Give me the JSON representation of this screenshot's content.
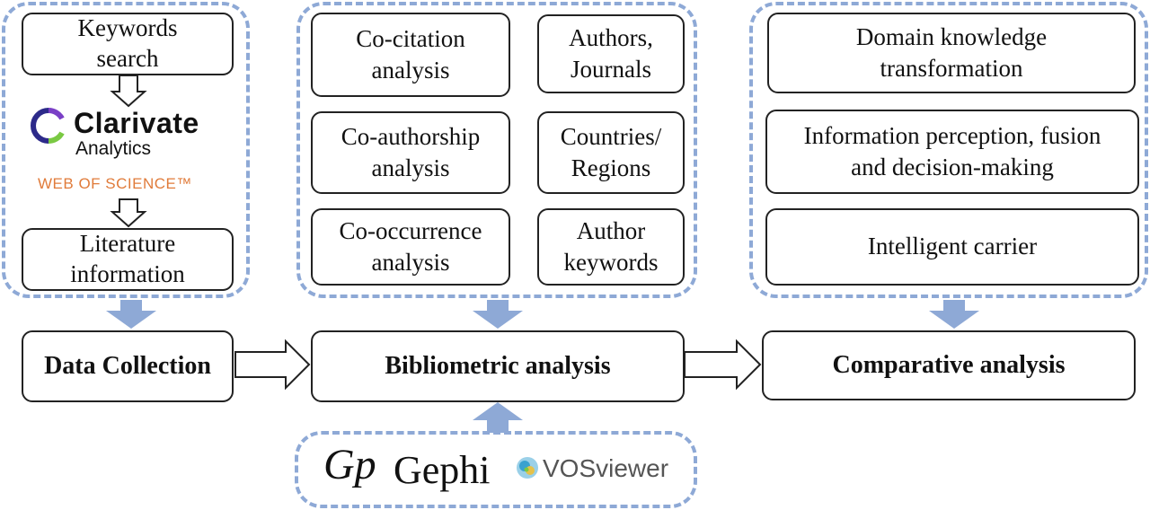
{
  "collection": {
    "keywords": "Keywords\nsearch",
    "clarivate": "Clarivate",
    "analytics": "Analytics",
    "wos": "WEB OF SCIENCE™",
    "literature": "Literature\ninformation"
  },
  "analysis": {
    "cocitation": "Co-citation\nanalysis",
    "authors_journals": "Authors,\nJournals",
    "coauthorship": "Co-authorship\nanalysis",
    "countries": "Countries/\nRegions",
    "cooccurrence": "Co-occurrence\nanalysis",
    "author_keywords": "Author\nkeywords"
  },
  "comparison": {
    "domain": "Domain knowledge\ntransformation",
    "information": "Information perception, fusion\nand decision-making",
    "carrier": "Intelligent carrier"
  },
  "main": {
    "data_collection": "Data Collection",
    "bibliometric": "Bibliometric analysis",
    "comparative": "Comparative analysis"
  },
  "tools": {
    "gephi_mark": "Gp",
    "gephi": "Gephi",
    "vosviewer": "VOSviewer"
  },
  "colors": {
    "dash": "#8ea9d6",
    "arrow_blue": "#8ea9d6",
    "wos_orange": "#e07b3a"
  }
}
